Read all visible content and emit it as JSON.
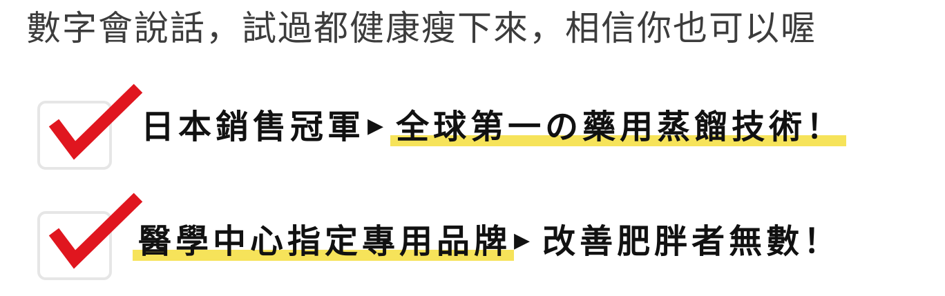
{
  "headline": "數字會說話，試過都健康瘦下來，相信你也可以喔",
  "colors": {
    "check": "#e0161f",
    "highlight": "#f6e35a",
    "box_border": "#e6e6e6",
    "text": "#111111",
    "headline": "#3c3c3c"
  },
  "items": [
    {
      "icon": "checkbox-checked-icon",
      "lead": "日本銷售冠軍",
      "arrow": "▶",
      "tail": "全球第一の藥用蒸餾技術！",
      "highlighted": "tail"
    },
    {
      "icon": "checkbox-checked-icon",
      "lead": "醫學中心指定專用品牌",
      "arrow": "▶",
      "tail": "改善肥胖者無數！",
      "highlighted": "lead"
    }
  ]
}
